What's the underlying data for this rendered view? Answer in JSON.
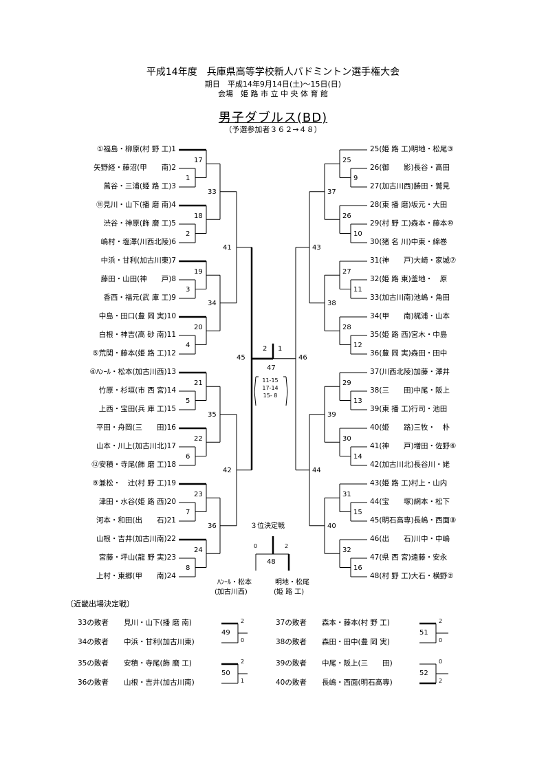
{
  "header": {
    "title": "平成14年度　兵庫県高等学校新人バドミントン選手権大会",
    "date": "期日　平成14年9月14日(土)～15日(日)",
    "venue": "会場　姫 路 市 立 中 央 体 育 館",
    "event": "男子ダブルス(BD)",
    "entries": "（予選参加者３６２→４８）"
  },
  "left_players": [
    "①福島・柳原(村 野 工)1",
    "矢野経・藤沼(甲　　南)2",
    "萬谷・三浦(姫 路 工)3",
    "⑪見川・山下(播 磨 南)4",
    "渋谷・神原(飾 磨 工)5",
    "嶋村・塩澤(川西北陵)6",
    "中浜・甘利(加古川東)7",
    "藤田・山田(神　　戸)8",
    "香西・福元(武 庫 工)9",
    "中島・田口(豊 岡 実)10",
    "白根・神吉(高 砂 南)11",
    "⑤荒関・藤本(姫 路 工)12",
    "④ﾊﾝｰﾙ・松本(加古川西)13",
    "竹原・杉垣(市 西 宮)14",
    "上西・宝田(兵 庫 工)15",
    "平田・舟岡(三　　田)16",
    "山本・川上(加古川北)17",
    "⑫安積・寺尾(飾 磨 工)18",
    "⑨兼松・　辻(村 野 工)19",
    "津田・水谷(姫 路 西)20",
    "河本・和田(出　　石)21",
    "山根・吉井(加古川南)22",
    "宮藤・坪山(龍 野 実)23",
    "上村・東郷(甲　　南)24"
  ],
  "right_players": [
    "25(姫 路 工)明地・松尾③",
    "26(御　　影)長谷・高田",
    "27(加古川西)勝田・鷲見",
    "28(東 播 磨)坂元・大田",
    "29(村 野 工)森本・藤本⑩",
    "30(猪 名 川)中東・綿巻",
    "31(神　　戸)大崎・家城⑦",
    "32(姫 路 東)釜地・　原",
    "33(加古川南)池嶋・角田",
    "34(甲　　南)梶浦・山本",
    "35(姫 路 西)宮木・中島",
    "36(豊 岡 実)森田・田中",
    "37(川西北陵)加藤・澤井",
    "38(三　　田)中尾・阪上",
    "39(東 播 工)行司・池田",
    "40(姫　　路)三牧・　朴",
    "41(神　　戸)増田・佐野⑥",
    "42(加古川北)長谷川・姥",
    "43(姫 路 工)村上・山内",
    "44(宝　　塚)網本・松下",
    "45(明石高専)長嶋・西面⑧",
    "46(出　　石)川中・中嶋",
    "47(県 西 宮)遠藤・安永",
    "48(村 野 工)大石・横野②"
  ],
  "matches": {
    "m1": "1",
    "m2": "2",
    "m3": "3",
    "m4": "4",
    "m5": "5",
    "m6": "6",
    "m7": "7",
    "m8": "8",
    "m9": "9",
    "m10": "10",
    "m11": "11",
    "m12": "12",
    "m13": "13",
    "m14": "14",
    "m15": "15",
    "m16": "16",
    "m17": "17",
    "m18": "18",
    "m19": "19",
    "m20": "20",
    "m21": "21",
    "m22": "22",
    "m23": "23",
    "m24": "24",
    "m25": "25",
    "m26": "26",
    "m27": "27",
    "m28": "28",
    "m29": "29",
    "m30": "30",
    "m31": "31",
    "m32": "32",
    "m33": "33",
    "m34": "34",
    "m35": "35",
    "m36": "36",
    "m37": "37",
    "m38": "38",
    "m39": "39",
    "m40": "40",
    "m41": "41",
    "m42": "42",
    "m43": "43",
    "m44": "44",
    "m45": "45",
    "m46": "46",
    "m47": "47",
    "m48": "48"
  },
  "final": {
    "score_left": "2",
    "score_right": "1",
    "games": "11-15\n17-14\n15- 8",
    "third_place_label": "３位決定戦",
    "third_left_score": "0",
    "third_right_score": "2",
    "left_name": "ﾊﾝｰﾙ・松本",
    "left_school": "(加古川西)",
    "right_name": "明地・松尾",
    "right_school": "(姫 路 工)"
  },
  "consolation": {
    "title": "〔近畿出場決定戦〕",
    "left": [
      {
        "from": "33の敗者",
        "player": "見川・山下(播 磨 南)",
        "score": "2"
      },
      {
        "from": "34の敗者",
        "player": "中浜・甘利(加古川東)",
        "score": "0"
      },
      {
        "from": "35の敗者",
        "player": "安積・寺尾(飾 磨 工)",
        "score": "2"
      },
      {
        "from": "36の敗者",
        "player": "山根・吉井(加古川南)",
        "score": "1"
      }
    ],
    "right": [
      {
        "from": "37の敗者",
        "player": "森本・藤本(村 野 工)",
        "score": "2"
      },
      {
        "from": "38の敗者",
        "player": "森田・田中(豊 岡 実)",
        "score": "0"
      },
      {
        "from": "39の敗者",
        "player": "中尾・阪上(三　　田)",
        "score": "0"
      },
      {
        "from": "40の敗者",
        "player": "長嶋・西面(明石高専)",
        "score": "2"
      }
    ],
    "match_left": [
      "49",
      "50"
    ],
    "match_right": [
      "51",
      "52"
    ]
  }
}
